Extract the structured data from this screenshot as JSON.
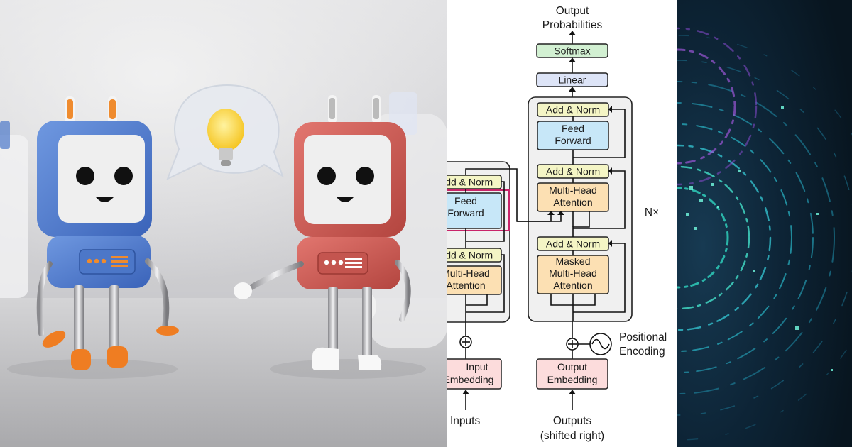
{
  "diagram": {
    "output_title": [
      "Output",
      "Probabilities"
    ],
    "softmax": "Softmax",
    "linear": "Linear",
    "add_norm": "Add & Norm",
    "feed_forward": [
      "Feed",
      "Forward"
    ],
    "multi_head_attention": [
      "Multi-Head",
      "Attention"
    ],
    "masked_mha": [
      "Masked",
      "Multi-Head",
      "Attention"
    ],
    "repeat": "N×",
    "positional_encoding": [
      "Positional",
      "Encoding"
    ],
    "output_embedding": [
      "Output",
      "Embedding"
    ],
    "input_embedding": [
      "Input",
      "Embedding"
    ],
    "inputs": "Inputs",
    "outputs": [
      "Outputs",
      "(shifted right)"
    ],
    "colors": {
      "softmax": "#d2f0d2",
      "linear": "#dde4f7",
      "add_norm": "#f4f5c5",
      "feed_forward": "#c7e7f8",
      "attention": "#fce0b3",
      "embedding": "#fcdcdc",
      "stack_bg": "#f0f0f0",
      "highlight": "#c9246a"
    }
  },
  "panels": {
    "robots": "robots",
    "spiral": "data-spiral"
  }
}
